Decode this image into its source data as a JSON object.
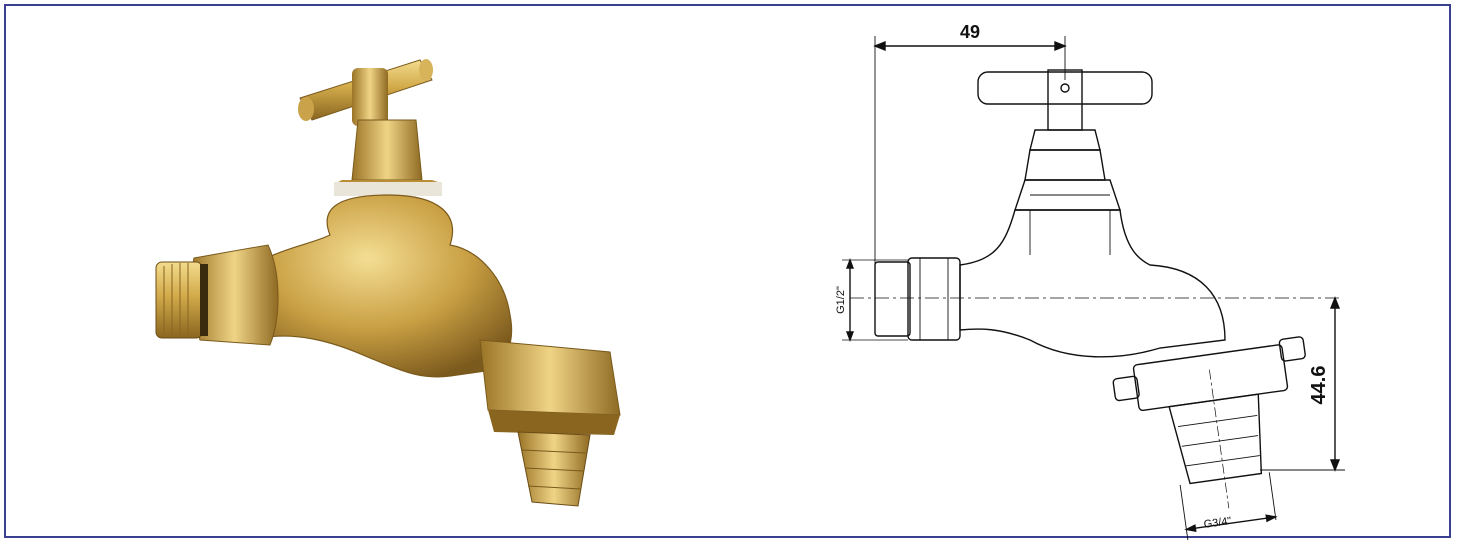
{
  "figure": {
    "photo_label": "",
    "dimensions": {
      "width_top": "49",
      "height_right": "44.6",
      "thread_inlet": "G1/2\"",
      "thread_outlet": "G3/4\""
    }
  },
  "colors": {
    "border": "#3a3f8f",
    "brass_light": "#e6c56d",
    "brass_mid": "#c59a3a",
    "brass_dark": "#7a5a1c",
    "line": "#111111"
  }
}
